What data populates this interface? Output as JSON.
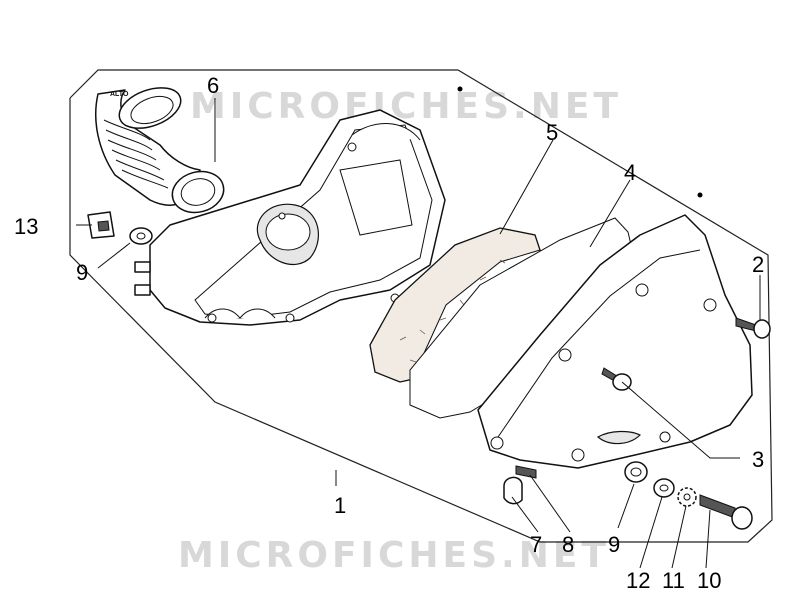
{
  "watermarks": [
    "MICROFICHES.NET",
    "MICROFICHES.NET"
  ],
  "hose_marking": "ALTO",
  "callouts": [
    {
      "id": "1",
      "text": "1"
    },
    {
      "id": "2",
      "text": "2"
    },
    {
      "id": "3",
      "text": "3"
    },
    {
      "id": "4",
      "text": "4"
    },
    {
      "id": "5",
      "text": "5"
    },
    {
      "id": "6",
      "text": "6"
    },
    {
      "id": "7",
      "text": "7"
    },
    {
      "id": "8",
      "text": "8"
    },
    {
      "id": "9a",
      "text": "9"
    },
    {
      "id": "9b",
      "text": "9"
    },
    {
      "id": "10",
      "text": "10"
    },
    {
      "id": "11",
      "text": "11"
    },
    {
      "id": "12",
      "text": "12"
    },
    {
      "id": "13",
      "text": "13"
    }
  ]
}
